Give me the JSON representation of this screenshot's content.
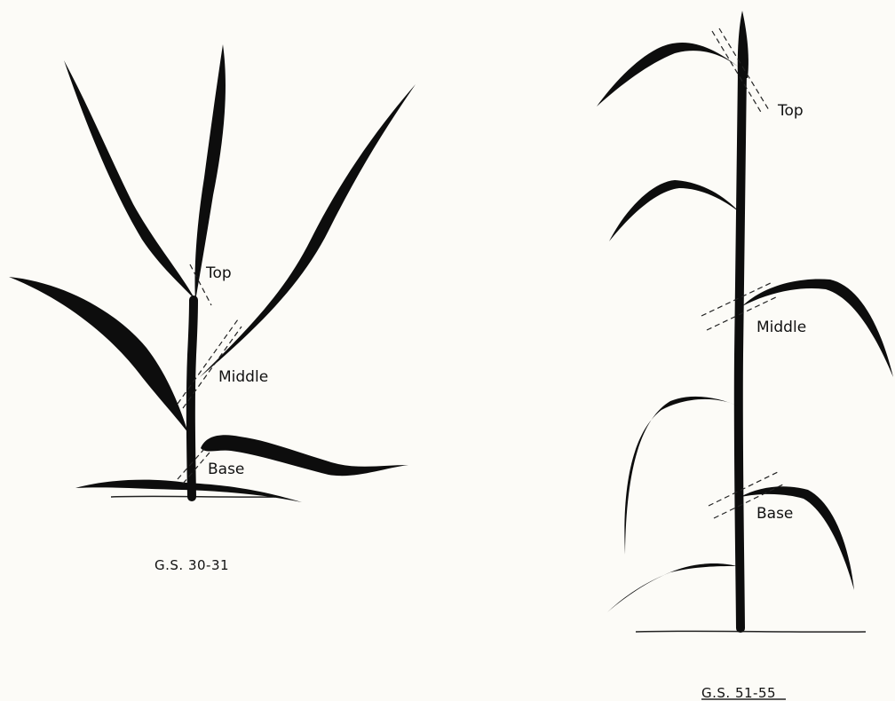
{
  "left_plant": {
    "labels": {
      "top": "Top",
      "middle": "Middle",
      "base": "Base"
    },
    "caption": "G.S. 30-31"
  },
  "right_plant": {
    "labels": {
      "top": "Top",
      "middle": "Middle",
      "base": "Base"
    },
    "caption": "G.S. 51-55"
  }
}
